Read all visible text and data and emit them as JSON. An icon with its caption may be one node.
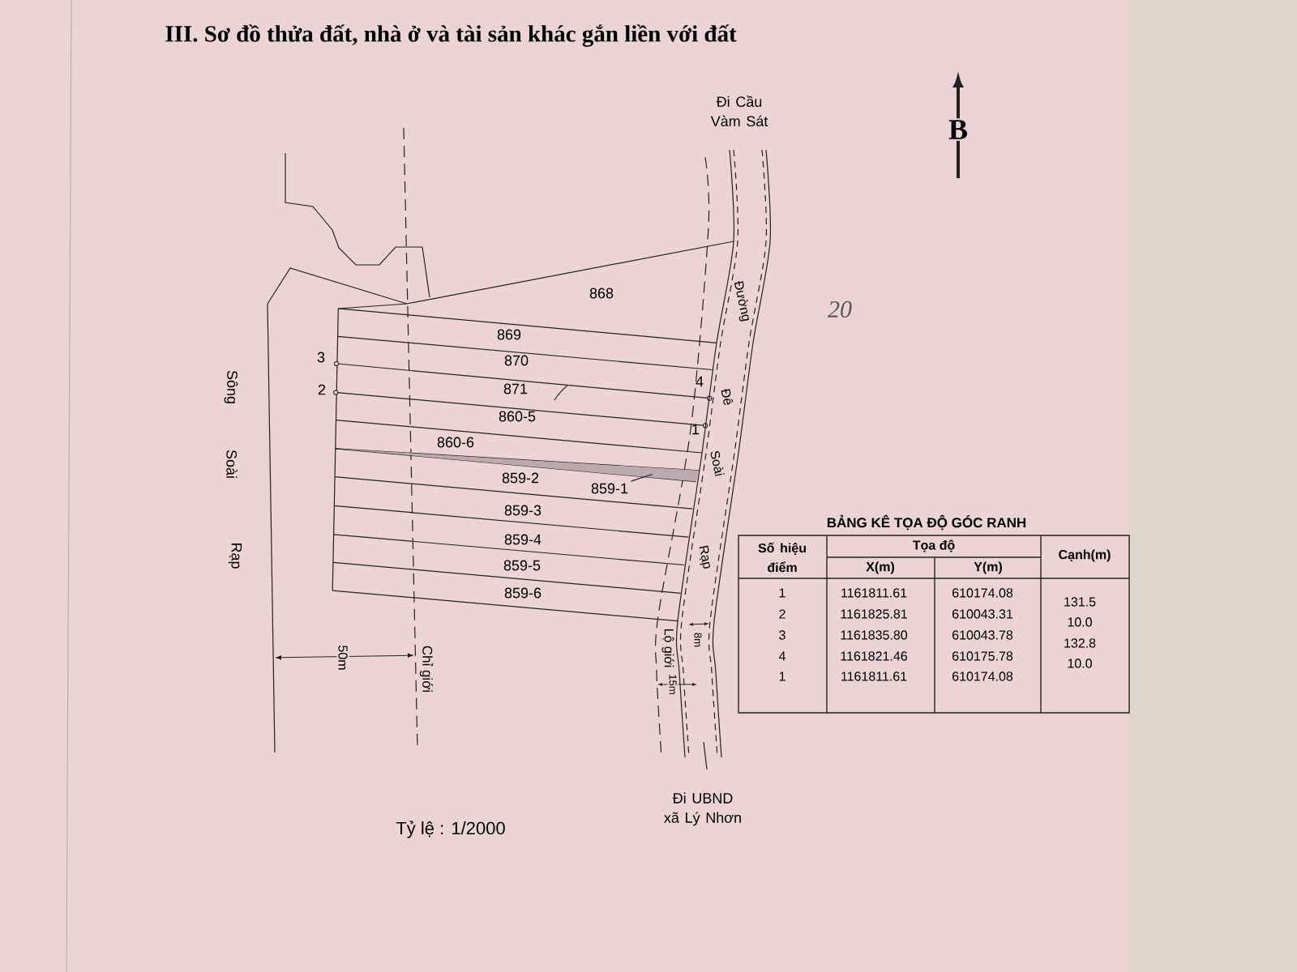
{
  "diagram": {
    "title": "III. Sơ đồ thửa đất, nhà ở và tài sản khác gắn liền với đất",
    "nodes": [
      {
        "text": [
          "859-1"
        ]
      },
      {
        "text": [],
        "shape": "bar"
      }
    ],
    "edges": [
      {
        "from": 0,
        "to": 1,
        "arrow": "none"
      }
    ],
    "labels": [
      "Đi Cầu Vàm Sát",
      "B",
      "868",
      "Đường",
      "20",
      "869",
      "3",
      "870",
      "Sông",
      "2",
      "871",
      "4",
      "Đê",
      "860-5",
      "1",
      "Soài",
      "860-6",
      "Soài",
      "859-2",
      "859-3",
      "Rạp",
      "859-4",
      "859-5",
      "Rạp",
      "859-6",
      "8m",
      "Lộ giới",
      "50m",
      "Chỉ giới",
      "15m",
      "Đi UBND xã Lý Nhơn",
      "Tỷ lệ : 1/2000",
      "BẢNG KÊ TỌA ĐỘ GÓC RANH",
      "Số hiệu điểm",
      "Tọa độ",
      "Cạnh(m)",
      "X(m)",
      "Y(m)",
      "1",
      "1161811.61",
      "610174.08",
      "131.5",
      "2",
      "1161825.81",
      "610043.31",
      "10.0",
      "3",
      "1161835.80",
      "610043.78",
      "132.8",
      "4",
      "1161821.46",
      "610175.78",
      "10.0",
      "1",
      "1161811.61",
      "610174.08"
    ]
  }
}
